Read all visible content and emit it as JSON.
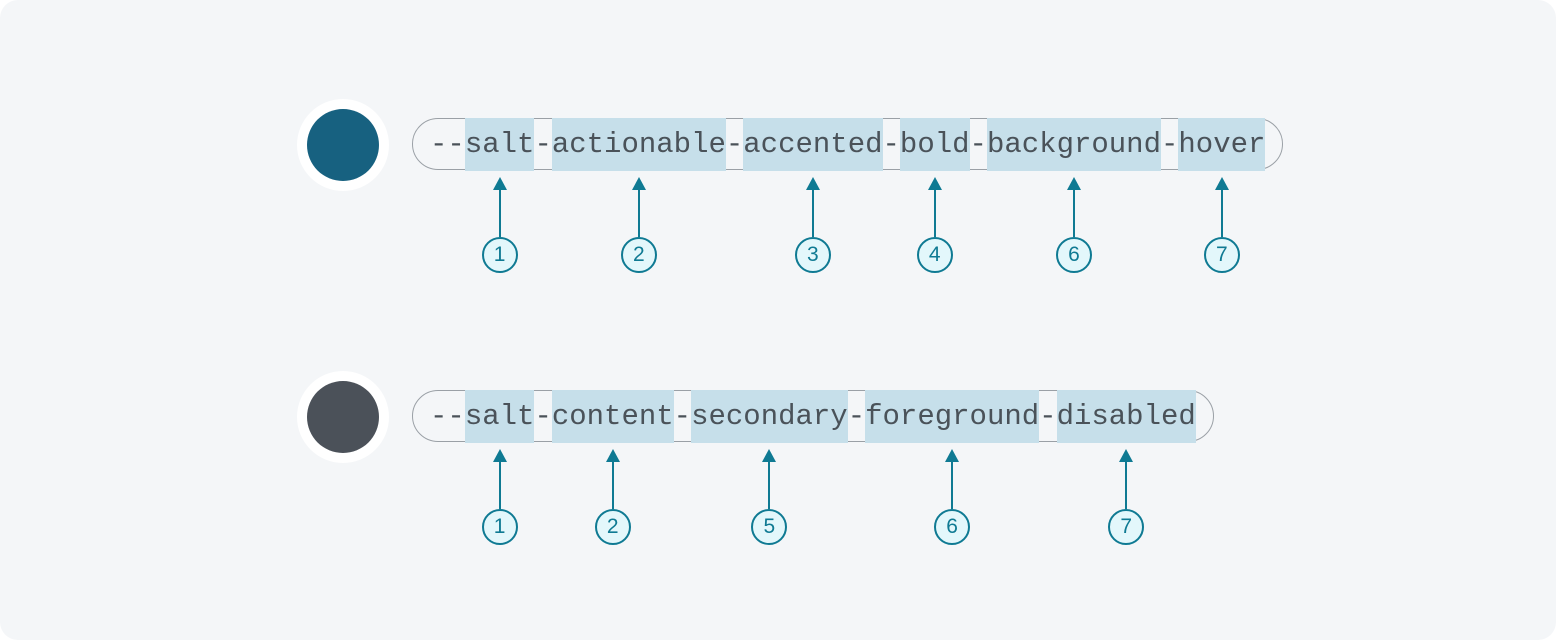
{
  "page": {
    "background": "#f4f6f8",
    "accent": "#0f7a93",
    "highlight_color": "#c6dfea",
    "badge_fill": "#e3f7fb",
    "token_text_color": "#4a5259",
    "pill_border_color": "#9aa0a6"
  },
  "rows": [
    {
      "id": "row-accented-bold-background-hover",
      "swatch": {
        "name": "accented-bold-background-hover-swatch",
        "color": "#176180",
        "ring_color": "#ffffff"
      },
      "token": "--salt-actionable-accented-bold-background-hover",
      "segments": [
        {
          "text": "--",
          "highlighted": false,
          "marker": null
        },
        {
          "text": "salt",
          "highlighted": true,
          "marker": "1"
        },
        {
          "text": "-",
          "highlighted": false,
          "marker": null
        },
        {
          "text": "actionable",
          "highlighted": true,
          "marker": "2"
        },
        {
          "text": "-",
          "highlighted": false,
          "marker": null
        },
        {
          "text": "accented",
          "highlighted": true,
          "marker": "3"
        },
        {
          "text": "-",
          "highlighted": false,
          "marker": null
        },
        {
          "text": "bold",
          "highlighted": true,
          "marker": "4"
        },
        {
          "text": "-",
          "highlighted": false,
          "marker": null
        },
        {
          "text": "background",
          "highlighted": true,
          "marker": "6"
        },
        {
          "text": "-",
          "highlighted": false,
          "marker": null
        },
        {
          "text": "hover",
          "highlighted": true,
          "marker": "7"
        }
      ],
      "markers": [
        "1",
        "2",
        "3",
        "4",
        "6",
        "7"
      ]
    },
    {
      "id": "row-content-secondary-foreground-disabled",
      "swatch": {
        "name": "content-secondary-foreground-disabled-swatch",
        "color": "#4b5159",
        "ring_color": "#ffffff"
      },
      "token": "--salt-content-secondary-foreground-disabled",
      "segments": [
        {
          "text": "--",
          "highlighted": false,
          "marker": null
        },
        {
          "text": "salt",
          "highlighted": true,
          "marker": "1"
        },
        {
          "text": "-",
          "highlighted": false,
          "marker": null
        },
        {
          "text": "content",
          "highlighted": true,
          "marker": "2"
        },
        {
          "text": "-",
          "highlighted": false,
          "marker": null
        },
        {
          "text": "secondary",
          "highlighted": true,
          "marker": "5"
        },
        {
          "text": "-",
          "highlighted": false,
          "marker": null
        },
        {
          "text": "foreground",
          "highlighted": true,
          "marker": "6"
        },
        {
          "text": "-",
          "highlighted": false,
          "marker": null
        },
        {
          "text": "disabled",
          "highlighted": true,
          "marker": "7"
        }
      ],
      "markers": [
        "1",
        "2",
        "5",
        "6",
        "7"
      ]
    }
  ]
}
